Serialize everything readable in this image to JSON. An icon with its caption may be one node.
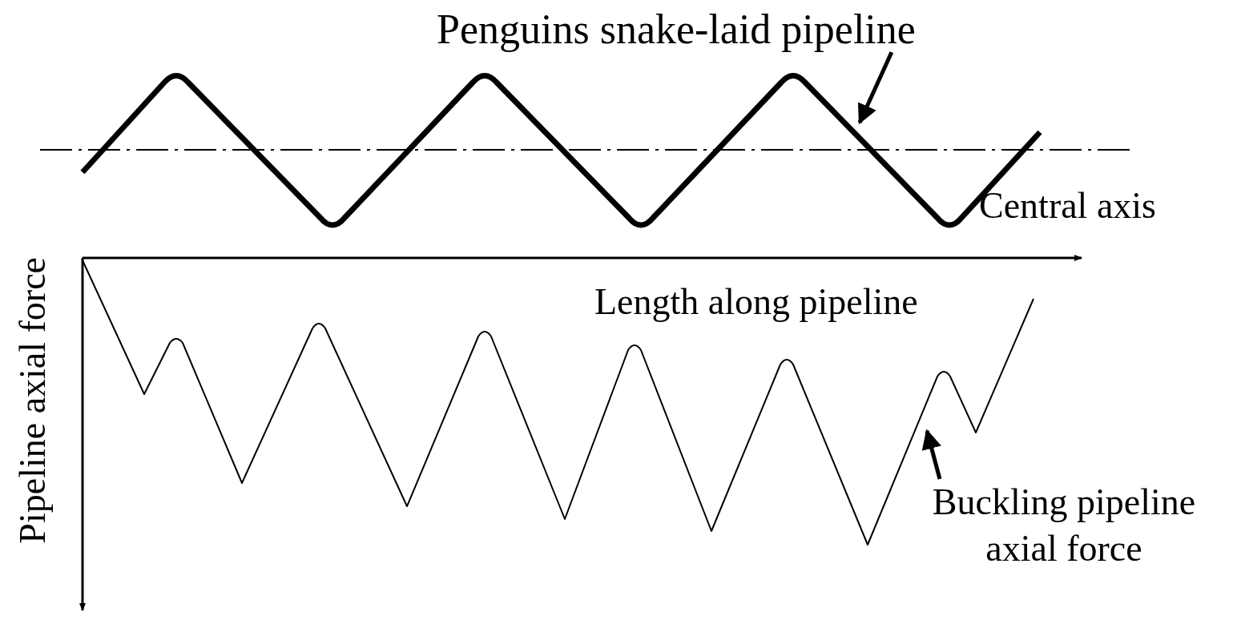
{
  "diagram": {
    "nodes": [
      {
        "text": [
          "Penguins snake-laid pipeline"
        ]
      },
      {
        "text": [],
        "shape": "curve"
      },
      {
        "text": [
          "Buckling pipeline axial force"
        ]
      },
      {
        "text": [],
        "shape": "curve"
      }
    ],
    "edges": [
      {
        "from": 0,
        "to": 1,
        "arrow": "to"
      },
      {
        "from": 2,
        "to": 3,
        "arrow": "to"
      }
    ],
    "labels": [
      "Central axis",
      "Pipeline axial force",
      "Length along pipeline"
    ]
  }
}
